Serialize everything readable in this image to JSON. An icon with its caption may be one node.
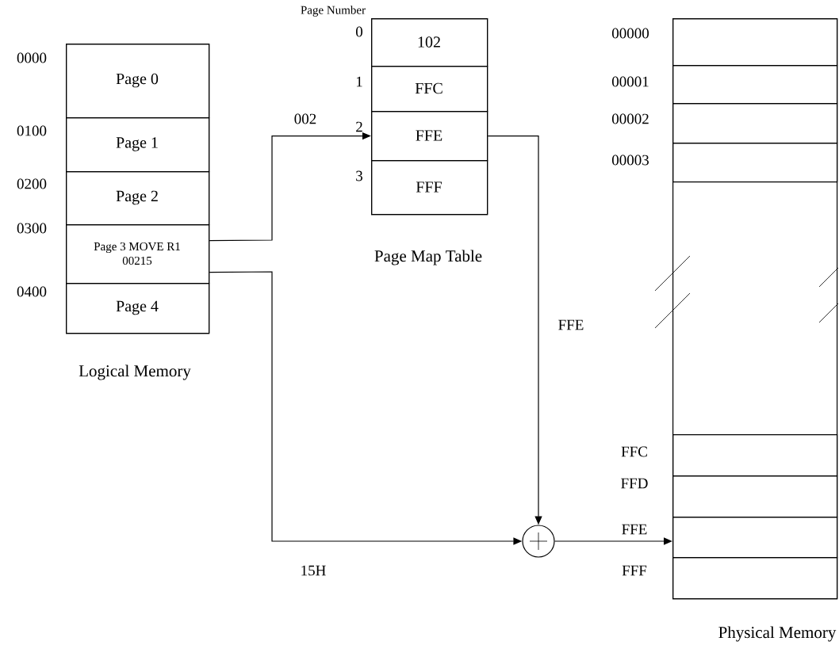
{
  "diagram": {
    "nodes": [
      {
        "text": [
          "Logical Memory"
        ]
      },
      {
        "text": [
          "Page 0"
        ],
        "in": 0,
        "beside": [
          "0000"
        ]
      },
      {
        "text": [
          "Page 1"
        ],
        "in": 0,
        "beside": [
          "0100"
        ]
      },
      {
        "text": [
          "Page 2"
        ],
        "in": 0,
        "beside": [
          "0200"
        ]
      },
      {
        "text": [
          "Page 3 MOVE R1 00215"
        ],
        "in": 0,
        "beside": [
          "0300"
        ]
      },
      {
        "text": [
          "Page 4"
        ],
        "in": 0,
        "beside": [
          "0400"
        ]
      },
      {
        "text": [
          "Page Map Table"
        ]
      },
      {
        "text": [
          "102"
        ],
        "in": 6,
        "beside": [
          "0"
        ]
      },
      {
        "text": [
          "FFC"
        ],
        "in": 6,
        "beside": [
          "1"
        ]
      },
      {
        "text": [
          "FFE"
        ],
        "in": 6,
        "beside": [
          "2"
        ]
      },
      {
        "text": [
          "FFF"
        ],
        "in": 6,
        "beside": [
          "3"
        ]
      },
      {
        "text": [
          "Physical Memory"
        ]
      },
      {
        "text": [],
        "shape": "box",
        "in": 11,
        "beside": [
          "00000"
        ]
      },
      {
        "text": [],
        "shape": "box",
        "in": 11,
        "beside": [
          "00001"
        ]
      },
      {
        "text": [],
        "shape": "box",
        "in": 11,
        "beside": [
          "00002"
        ]
      },
      {
        "text": [],
        "shape": "box",
        "in": 11,
        "beside": [
          "00003"
        ]
      },
      {
        "text": [],
        "shape": "box",
        "in": 11,
        "beside": [
          "FFC"
        ]
      },
      {
        "text": [],
        "shape": "box",
        "in": 11,
        "beside": [
          "FFD"
        ]
      },
      {
        "text": [],
        "shape": "box",
        "in": 11,
        "beside": [
          "FFE"
        ]
      },
      {
        "text": [],
        "shape": "box",
        "in": 11,
        "beside": [
          "FFF"
        ]
      },
      {
        "text": [],
        "shape": "circle"
      }
    ],
    "edges": [
      {
        "from": 4,
        "to": 9,
        "arrow": "to",
        "label": "002"
      },
      {
        "from": 9,
        "to": 20,
        "arrow": "to",
        "label": "FFE"
      },
      {
        "from": 4,
        "to": 20,
        "arrow": "to",
        "label": "15H"
      },
      {
        "from": 20,
        "to": 18,
        "arrow": "to"
      }
    ],
    "labels": [
      "Page Number"
    ]
  }
}
